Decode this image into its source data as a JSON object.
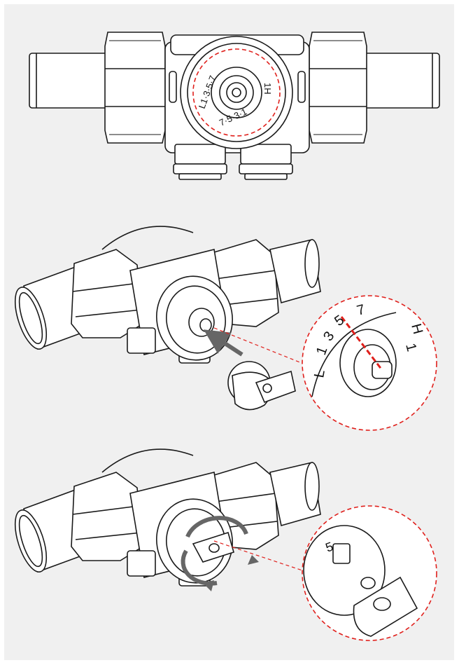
{
  "colors": {
    "background": "#f0f0f0",
    "outline": "#1a1a1a",
    "highlight": "#e0201c",
    "arrow": "#666666"
  },
  "dial_top": {
    "ring_left": "L1·3·5·7",
    "ring_right": "1H",
    "ring_bottom": "7·5·3·1"
  },
  "dial_zoom": {
    "marks": [
      "L",
      "1",
      "3",
      "5",
      "7",
      "1",
      "H"
    ],
    "selected": "5"
  },
  "dial_key_zoom": {
    "mark": "5"
  },
  "icons": [
    "push-arrow-icon",
    "rotate-arrows-icon",
    "key-icon"
  ]
}
